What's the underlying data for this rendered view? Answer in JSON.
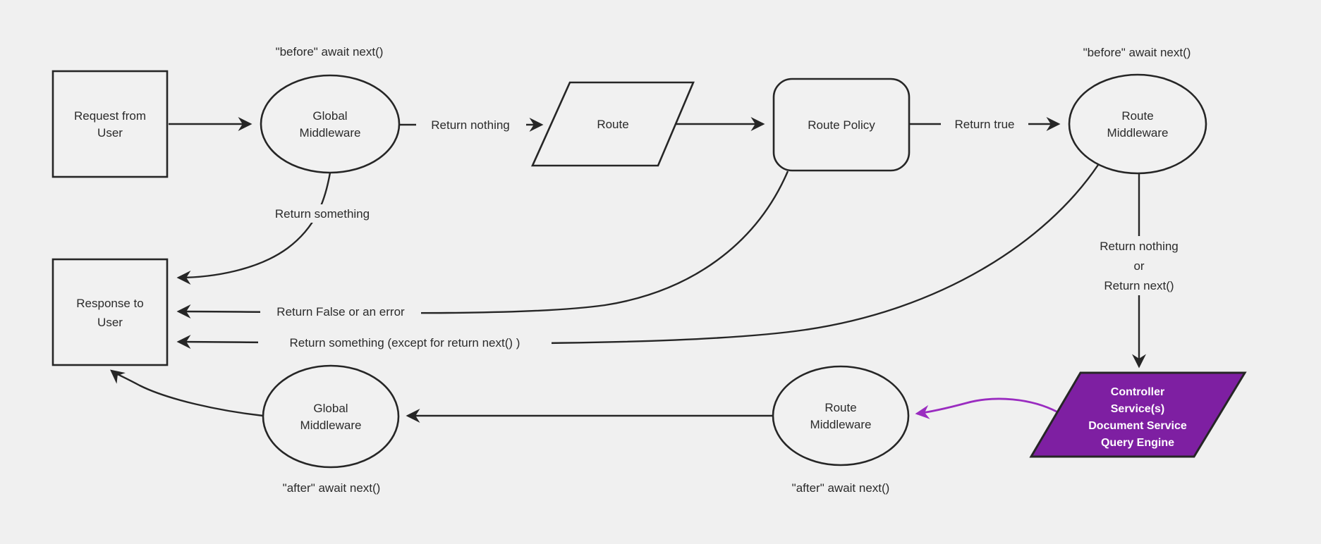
{
  "diagram_title": "Request / middleware lifecycle flowchart",
  "colors": {
    "background": "#f0f0f0",
    "stroke": "#262626",
    "node_fill": "#f1f1f1",
    "text": "#2b2b2b",
    "purple_fill": "#7e1fa2",
    "purple_stroke": "#9a2cc0",
    "purple_text": "#ffffff"
  },
  "nodes": {
    "request": {
      "line1": "Request from",
      "line2": "User"
    },
    "global_mw_top": {
      "line1": "Global",
      "line2": "Middleware"
    },
    "route": {
      "label": "Route"
    },
    "route_policy": {
      "label": "Route Policy"
    },
    "route_mw_top": {
      "line1": "Route",
      "line2": "Middleware"
    },
    "response": {
      "line1": "Response to",
      "line2": "User"
    },
    "controller": {
      "line1": "Controller",
      "line2": "Service(s)",
      "line3": "Document Service",
      "line4": "Query Engine"
    },
    "route_mw_bottom": {
      "line1": "Route",
      "line2": "Middleware"
    },
    "global_mw_bottom": {
      "line1": "Global",
      "line2": "Middleware"
    }
  },
  "edge_labels": {
    "before_left": "\"before\" await next()",
    "before_right": "\"before\" await next()",
    "return_nothing": "Return nothing",
    "return_true": "Return true",
    "return_something": "Return something",
    "return_false": "Return False or an error",
    "return_something_except": "Return something (except for return next() )",
    "return_nothing_or_1": "Return nothing",
    "return_nothing_or_2": "or",
    "return_nothing_or_3": "Return next()",
    "after_left": "\"after\" await next()",
    "after_right": "\"after\" await next()"
  }
}
